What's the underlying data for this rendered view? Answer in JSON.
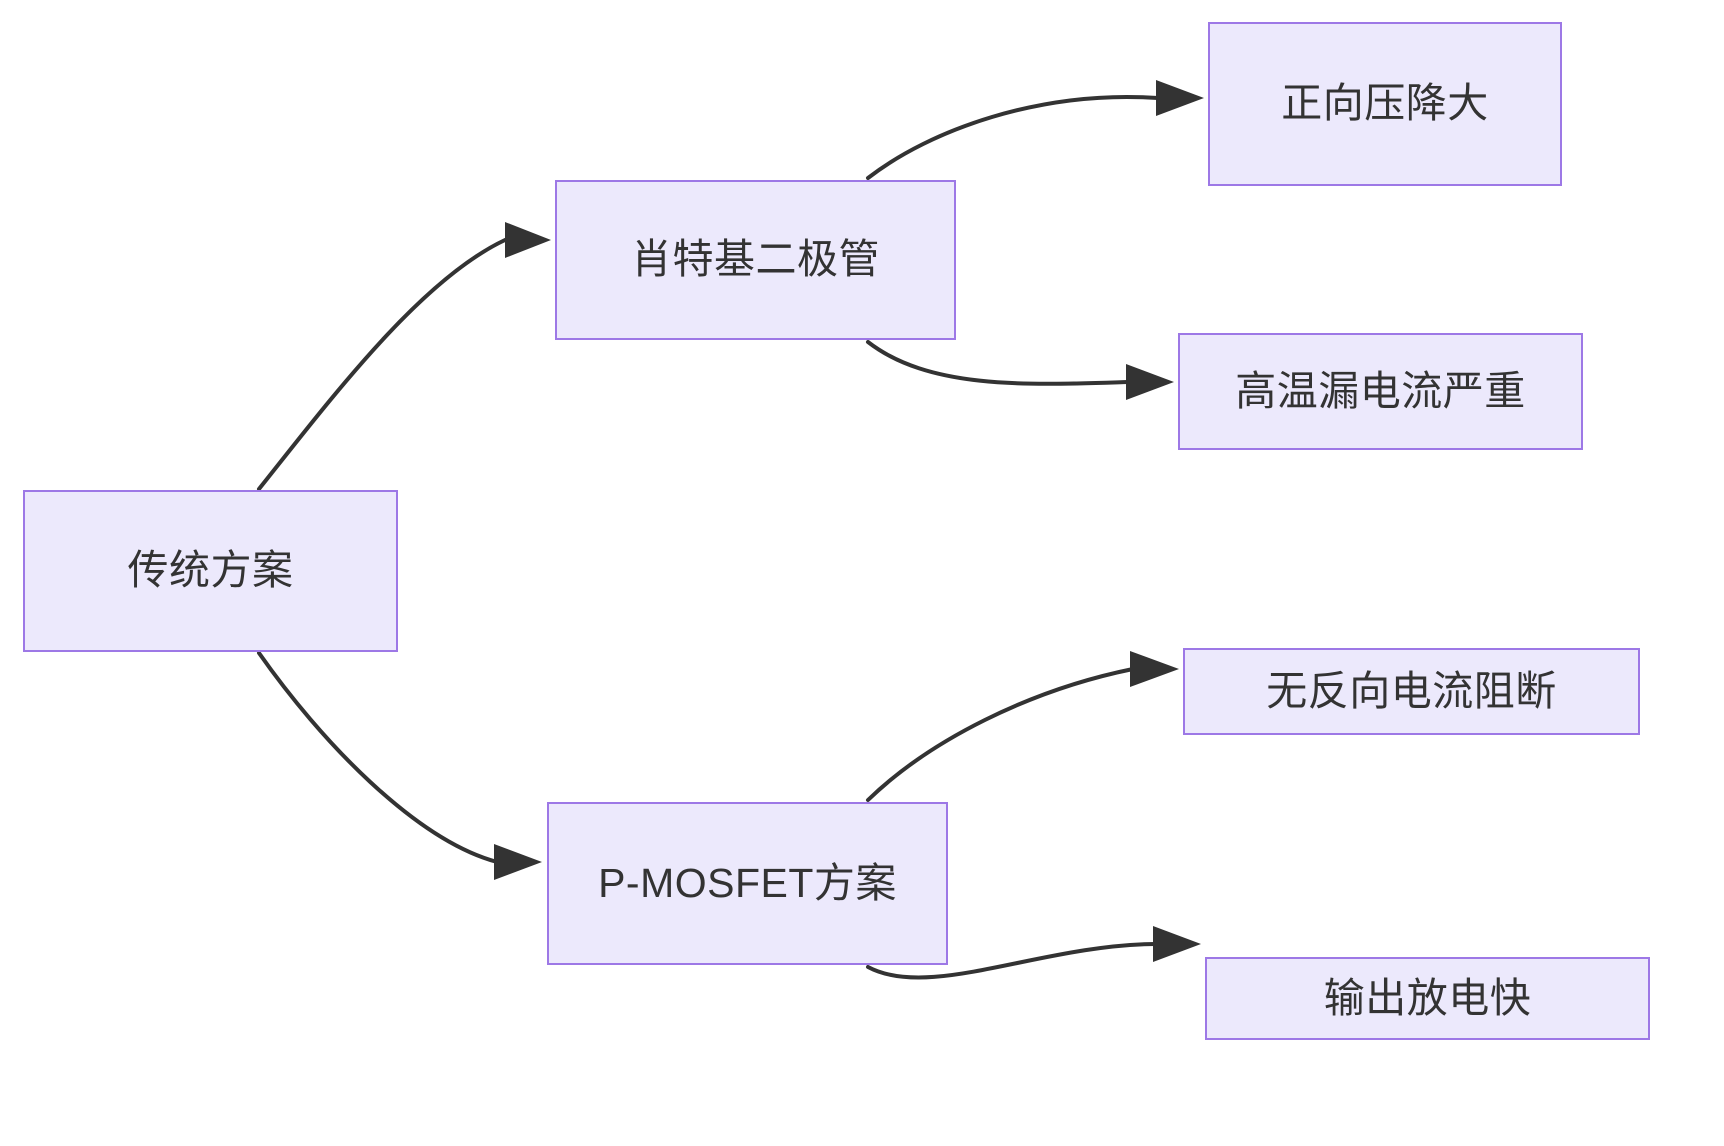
{
  "diagram": {
    "type": "flowchart",
    "direction": "left-to-right",
    "background_color": "#ffffff",
    "node_fill_color": "#ece9fc",
    "node_border_color": "#9d78e6",
    "node_text_color": "#333333",
    "edge_color": "#333333",
    "nodes": [
      {
        "id": "root",
        "label": "传统方案"
      },
      {
        "id": "schottky",
        "label": "肖特基二极管"
      },
      {
        "id": "pmosfet",
        "label": "P-MOSFET方案"
      },
      {
        "id": "vf_drop",
        "label": "正向压降大"
      },
      {
        "id": "leakage",
        "label": "高温漏电流严重"
      },
      {
        "id": "no_block",
        "label": "无反向电流阻断"
      },
      {
        "id": "fast_disch",
        "label": "输出放电快"
      }
    ],
    "edges": [
      {
        "from": "root",
        "to": "schottky",
        "label": ""
      },
      {
        "from": "root",
        "to": "pmosfet",
        "label": ""
      },
      {
        "from": "schottky",
        "to": "vf_drop",
        "label": ""
      },
      {
        "from": "schottky",
        "to": "leakage",
        "label": ""
      },
      {
        "from": "pmosfet",
        "to": "no_block",
        "label": ""
      },
      {
        "from": "pmosfet",
        "to": "fast_disch",
        "label": ""
      }
    ]
  }
}
